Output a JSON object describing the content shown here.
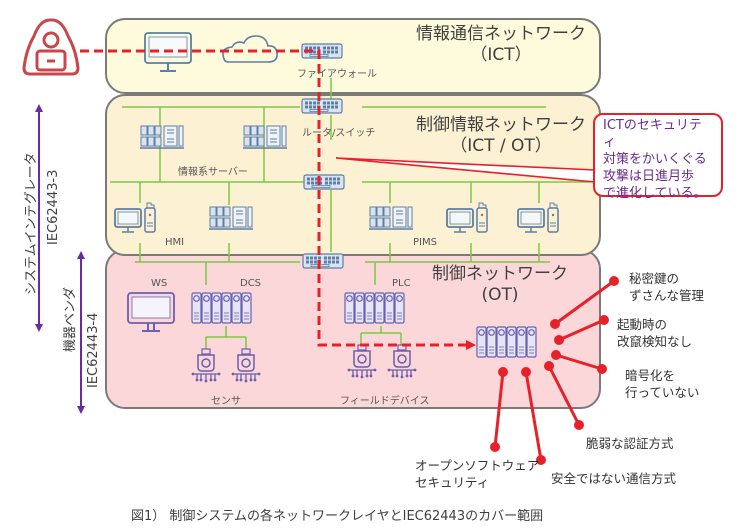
{
  "zones": {
    "ict": {
      "title": "情報通信ネットワーク",
      "subtitle": "（ICT）",
      "fill": "#fdfbdc"
    },
    "ict_ot": {
      "title": "制御情報ネットワーク",
      "subtitle": "（ICT / OT）",
      "fill": "#fdf1d4"
    },
    "ot": {
      "title": "制御ネットワーク",
      "subtitle": "(OT)",
      "fill": "#fcd7d9"
    }
  },
  "devices": {
    "firewall": "ファイアウォール",
    "router": "ルータ/スイッチ",
    "info_servers": "情報系サーバー",
    "hmi": "HMI",
    "pims": "PIMS",
    "ws": "WS",
    "dcs": "DCS",
    "plc": "PLC",
    "sensor": "センサ",
    "field_device": "フィールドデバイス"
  },
  "side_labels": {
    "integrator": "システムインテグレータ",
    "iec3": "IEC62443-3",
    "vendor": "機器ベンダ",
    "iec4": "IEC62443-4"
  },
  "speech_bubble": {
    "lines": [
      "ICTのセキュリティ",
      "対策をかいくぐる",
      "攻撃は日進月歩",
      "で進化している。"
    ]
  },
  "vulnerabilities": [
    {
      "line1": "秘密鍵の",
      "line2": "ずさんな管理"
    },
    {
      "line1": "起動時の",
      "line2": "改竄検知なし"
    },
    {
      "line1": "暗号化を",
      "line2": "行っていない"
    },
    {
      "line1": "脆弱な認証方式",
      "line2": ""
    },
    {
      "line1": "安全ではない通信方式",
      "line2": ""
    },
    {
      "line1": "オープンソフトウェア",
      "line2": "セキュリティ"
    }
  ],
  "caption": "図1） 制御システムの各ネットワークレイヤとIEC62443のカバー範囲",
  "colors": {
    "attack": "#e8202a",
    "network_line": "#7ac943",
    "device_blue": "#5a7fa8",
    "device_purple": "#6a5fb0",
    "arrow_purple": "#6b2b9e",
    "hacker": "#c8474c"
  }
}
